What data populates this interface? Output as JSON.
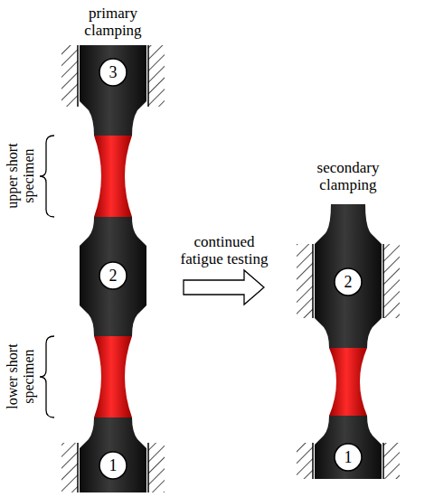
{
  "diagram": {
    "nodes": [
      {
        "text": [
          "3"
        ]
      },
      {
        "text": [
          "2"
        ]
      },
      {
        "text": [
          "1"
        ]
      },
      {
        "text": [
          "2"
        ]
      },
      {
        "text": [
          "1"
        ]
      }
    ],
    "labels": [
      "primary clamping",
      "upper short specimen",
      "lower short specimen",
      "continued fatigue testing",
      "secondary clamping"
    ]
  }
}
